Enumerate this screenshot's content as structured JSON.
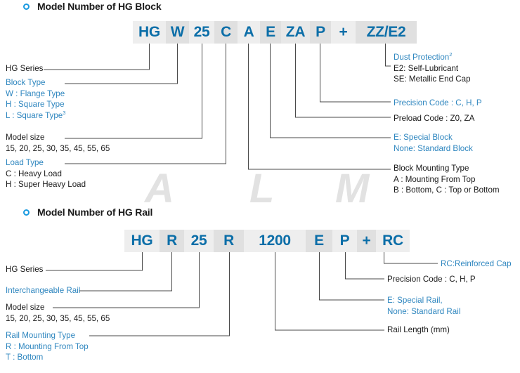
{
  "page": {
    "watermark_letters": [
      "A",
      "L",
      "M"
    ],
    "accent_blue": "#2e86bf",
    "code_text_blue": "#0b6ea8",
    "bullet_blue": "#1a9ae0",
    "line_gray": "#4a4a4a",
    "box_shade_light": "#eeeeee",
    "box_shade_dark": "#e0e0e0"
  },
  "block_section": {
    "title": "Model Number of HG Block",
    "bullet_icon": "circle-outline-icon",
    "code_boxes": [
      {
        "text": "HG",
        "shade": "a"
      },
      {
        "text": "W",
        "shade": "b"
      },
      {
        "text": "25",
        "shade": "a"
      },
      {
        "text": "C",
        "shade": "b"
      },
      {
        "text": "A",
        "shade": "a"
      },
      {
        "text": "E",
        "shade": "b"
      },
      {
        "text": "ZA",
        "shade": "b"
      },
      {
        "text": "P",
        "shade": "b"
      },
      {
        "text": "+",
        "shade": "a"
      },
      {
        "text": "ZZ/E2",
        "shade": "b"
      }
    ],
    "left_labels": [
      {
        "lines": [
          {
            "text": "HG Series",
            "color": "dark"
          }
        ]
      },
      {
        "lines": [
          {
            "text": "Block  Type",
            "color": "blue"
          },
          {
            "text": "W : Flange  Type",
            "color": "blue"
          },
          {
            "text": "H : Square Type",
            "color": "blue"
          },
          {
            "text": "L : Square Type",
            "color": "blue",
            "sup": "3"
          }
        ]
      },
      {
        "lines": [
          {
            "text": "Model size",
            "color": "dark"
          },
          {
            "text": "15, 20, 25, 30, 35, 45, 55, 65",
            "color": "dark"
          }
        ]
      },
      {
        "lines": [
          {
            "text": "Load Type",
            "color": "blue"
          },
          {
            "text": "C : Heavy Load",
            "color": "dark"
          },
          {
            "text": "H : Super Heavy Load",
            "color": "dark"
          }
        ]
      }
    ],
    "right_labels": [
      {
        "lines": [
          {
            "text": "Dust Protection",
            "color": "blue",
            "sup": "2"
          },
          {
            "text": "E2: Self-Lubricant",
            "color": "dark"
          },
          {
            "text": "SE: Metallic End Cap",
            "color": "dark"
          }
        ]
      },
      {
        "lines": [
          {
            "text": "Precision Code : C, H, P",
            "color": "blue"
          }
        ]
      },
      {
        "lines": [
          {
            "text": "Preload Code : Z0, ZA",
            "color": "dark"
          }
        ]
      },
      {
        "lines": [
          {
            "text": "E: Special Block",
            "color": "blue"
          },
          {
            "text": "None: Standard Block",
            "color": "blue"
          }
        ]
      },
      {
        "lines": [
          {
            "text": "Block Mounting Type",
            "color": "dark"
          },
          {
            "text": "A : Mounting From Top",
            "color": "dark"
          },
          {
            "text": "B : Bottom, C : Top or Bottom",
            "color": "dark"
          }
        ]
      }
    ]
  },
  "rail_section": {
    "title": "Model Number of HG Rail",
    "bullet_icon": "circle-outline-icon",
    "code_boxes": [
      {
        "text": "HG",
        "shade": "a"
      },
      {
        "text": "R",
        "shade": "b"
      },
      {
        "text": "25",
        "shade": "a"
      },
      {
        "text": "R",
        "shade": "b"
      },
      {
        "text": "1200",
        "shade": "a"
      },
      {
        "text": "E",
        "shade": "b"
      },
      {
        "text": "P",
        "shade": "a"
      },
      {
        "text": "+",
        "shade": "b"
      },
      {
        "text": "RC",
        "shade": "a"
      }
    ],
    "left_labels": [
      {
        "lines": [
          {
            "text": "HG Series",
            "color": "dark"
          }
        ]
      },
      {
        "lines": [
          {
            "text": "Interchangeable Rail",
            "color": "blue"
          }
        ]
      },
      {
        "lines": [
          {
            "text": "Model size",
            "color": "dark"
          },
          {
            "text": "15, 20, 25, 30, 35, 45, 55, 65",
            "color": "dark"
          }
        ]
      },
      {
        "lines": [
          {
            "text": "Rail Mounting Type",
            "color": "blue"
          },
          {
            "text": "R : Mounting From Top",
            "color": "blue"
          },
          {
            "text": "T : Bottom",
            "color": "blue"
          }
        ]
      }
    ],
    "right_labels": [
      {
        "lines": [
          {
            "text": "RC:Reinforced Cap",
            "color": "blue"
          }
        ]
      },
      {
        "lines": [
          {
            "text": "Precision Code : C, H, P",
            "color": "dark"
          }
        ]
      },
      {
        "lines": [
          {
            "text": "E: Special Rail,",
            "color": "blue"
          },
          {
            "text": "None: Standard Rail",
            "color": "blue"
          }
        ]
      },
      {
        "lines": [
          {
            "text": "Rail Length (mm)",
            "color": "dark"
          }
        ]
      }
    ]
  }
}
